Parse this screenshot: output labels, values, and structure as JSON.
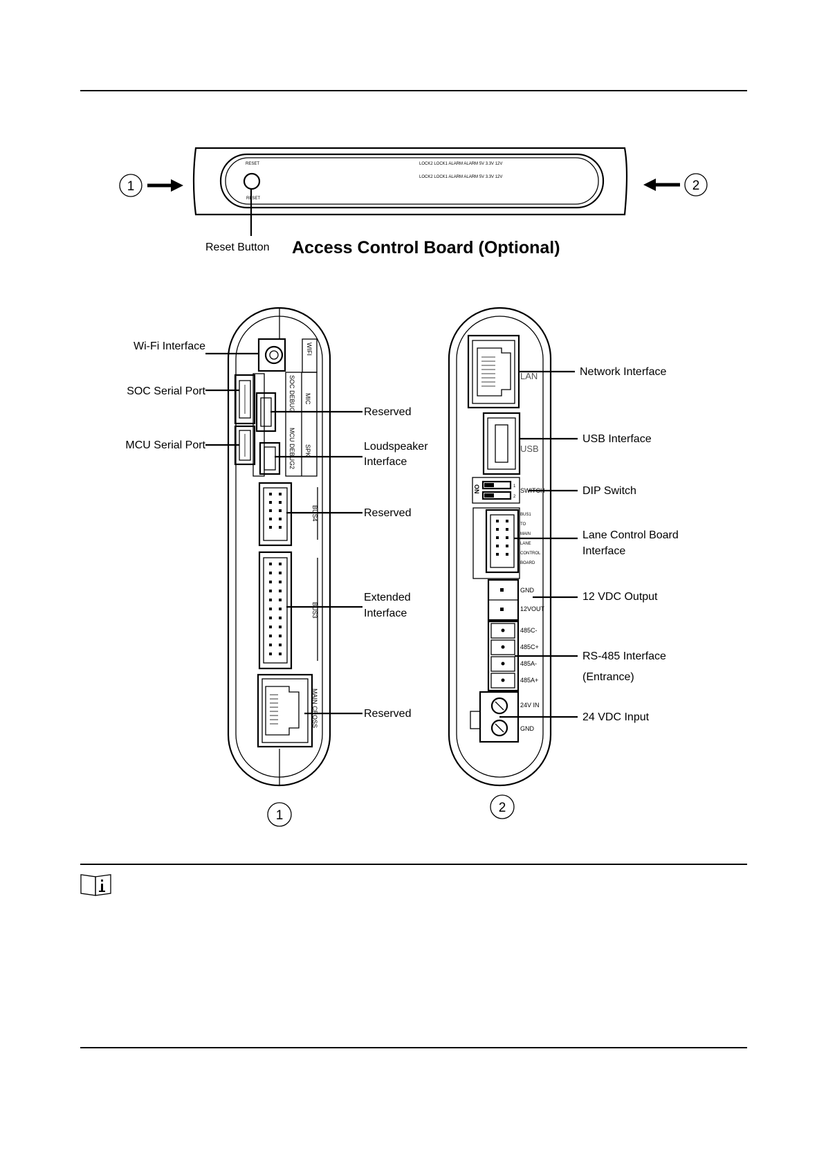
{
  "figure": {
    "top_view": {
      "title": "Access Control Board (Optional)",
      "reset_callout": "Reset Button",
      "marker_left": "1",
      "marker_right": "2",
      "silkscreen_top_left": "RESET",
      "silkscreen_bottom_left": "RESET",
      "silkscreen_top_right": "LOCK2 LOCK1 ALARM ALARM 5V 3.3V 12V",
      "silkscreen_bottom_right": "LOCK2 LOCK1 ALARM ALARM 5V 3.3V 12V"
    },
    "side1": {
      "marker": "1",
      "left_labels": [
        "Wi-Fi Interface",
        "SOC Serial Port",
        "MCU Serial Port"
      ],
      "right_labels": [
        "Reserved",
        "Loudspeaker\nInterface",
        "Reserved",
        "Extended\nInterface",
        "Reserved"
      ],
      "silkscreen": [
        "WIFI",
        "SOC DEBUG",
        "MIC",
        "MCU DEBUG2",
        "SPK",
        "BUS4",
        "BUS3",
        "MAIN CROSS"
      ]
    },
    "side2": {
      "marker": "2",
      "right_labels": [
        "Network Interface",
        "USB Interface",
        "DIP Switch",
        "Lane Control Board\nInterface",
        "12 VDC Output",
        "RS-485 Interface",
        "(Entrance)",
        "24 VDC Input"
      ],
      "silkscreen": [
        "LAN",
        "USB",
        "ON",
        "1",
        "2",
        "SWITCH",
        "BUS1",
        "TO",
        "MAIN",
        "LANE",
        "CONTROL",
        "BOARD",
        "GND",
        "12VOUT",
        "485C-",
        "485C+",
        "485A-",
        "485A+",
        "24V IN",
        "GND"
      ]
    }
  },
  "note_icon": "info-icon"
}
